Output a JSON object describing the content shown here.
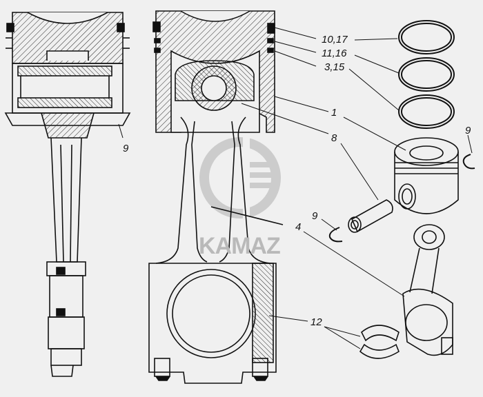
{
  "callouts": {
    "rings_top": "10,17",
    "rings_middle": "11,16",
    "rings_bottom": "3,15",
    "piston": "1",
    "pin": "8",
    "circlip_piston": "9",
    "circlip_pin": "9",
    "circlip_left": "9",
    "rod": "4",
    "bearing_shells": "12"
  },
  "watermark": {
    "text": "KAMAZ"
  },
  "colors": {
    "background": "#f0f0f0",
    "line": "#111111",
    "watermark": "#bdbdbd"
  }
}
